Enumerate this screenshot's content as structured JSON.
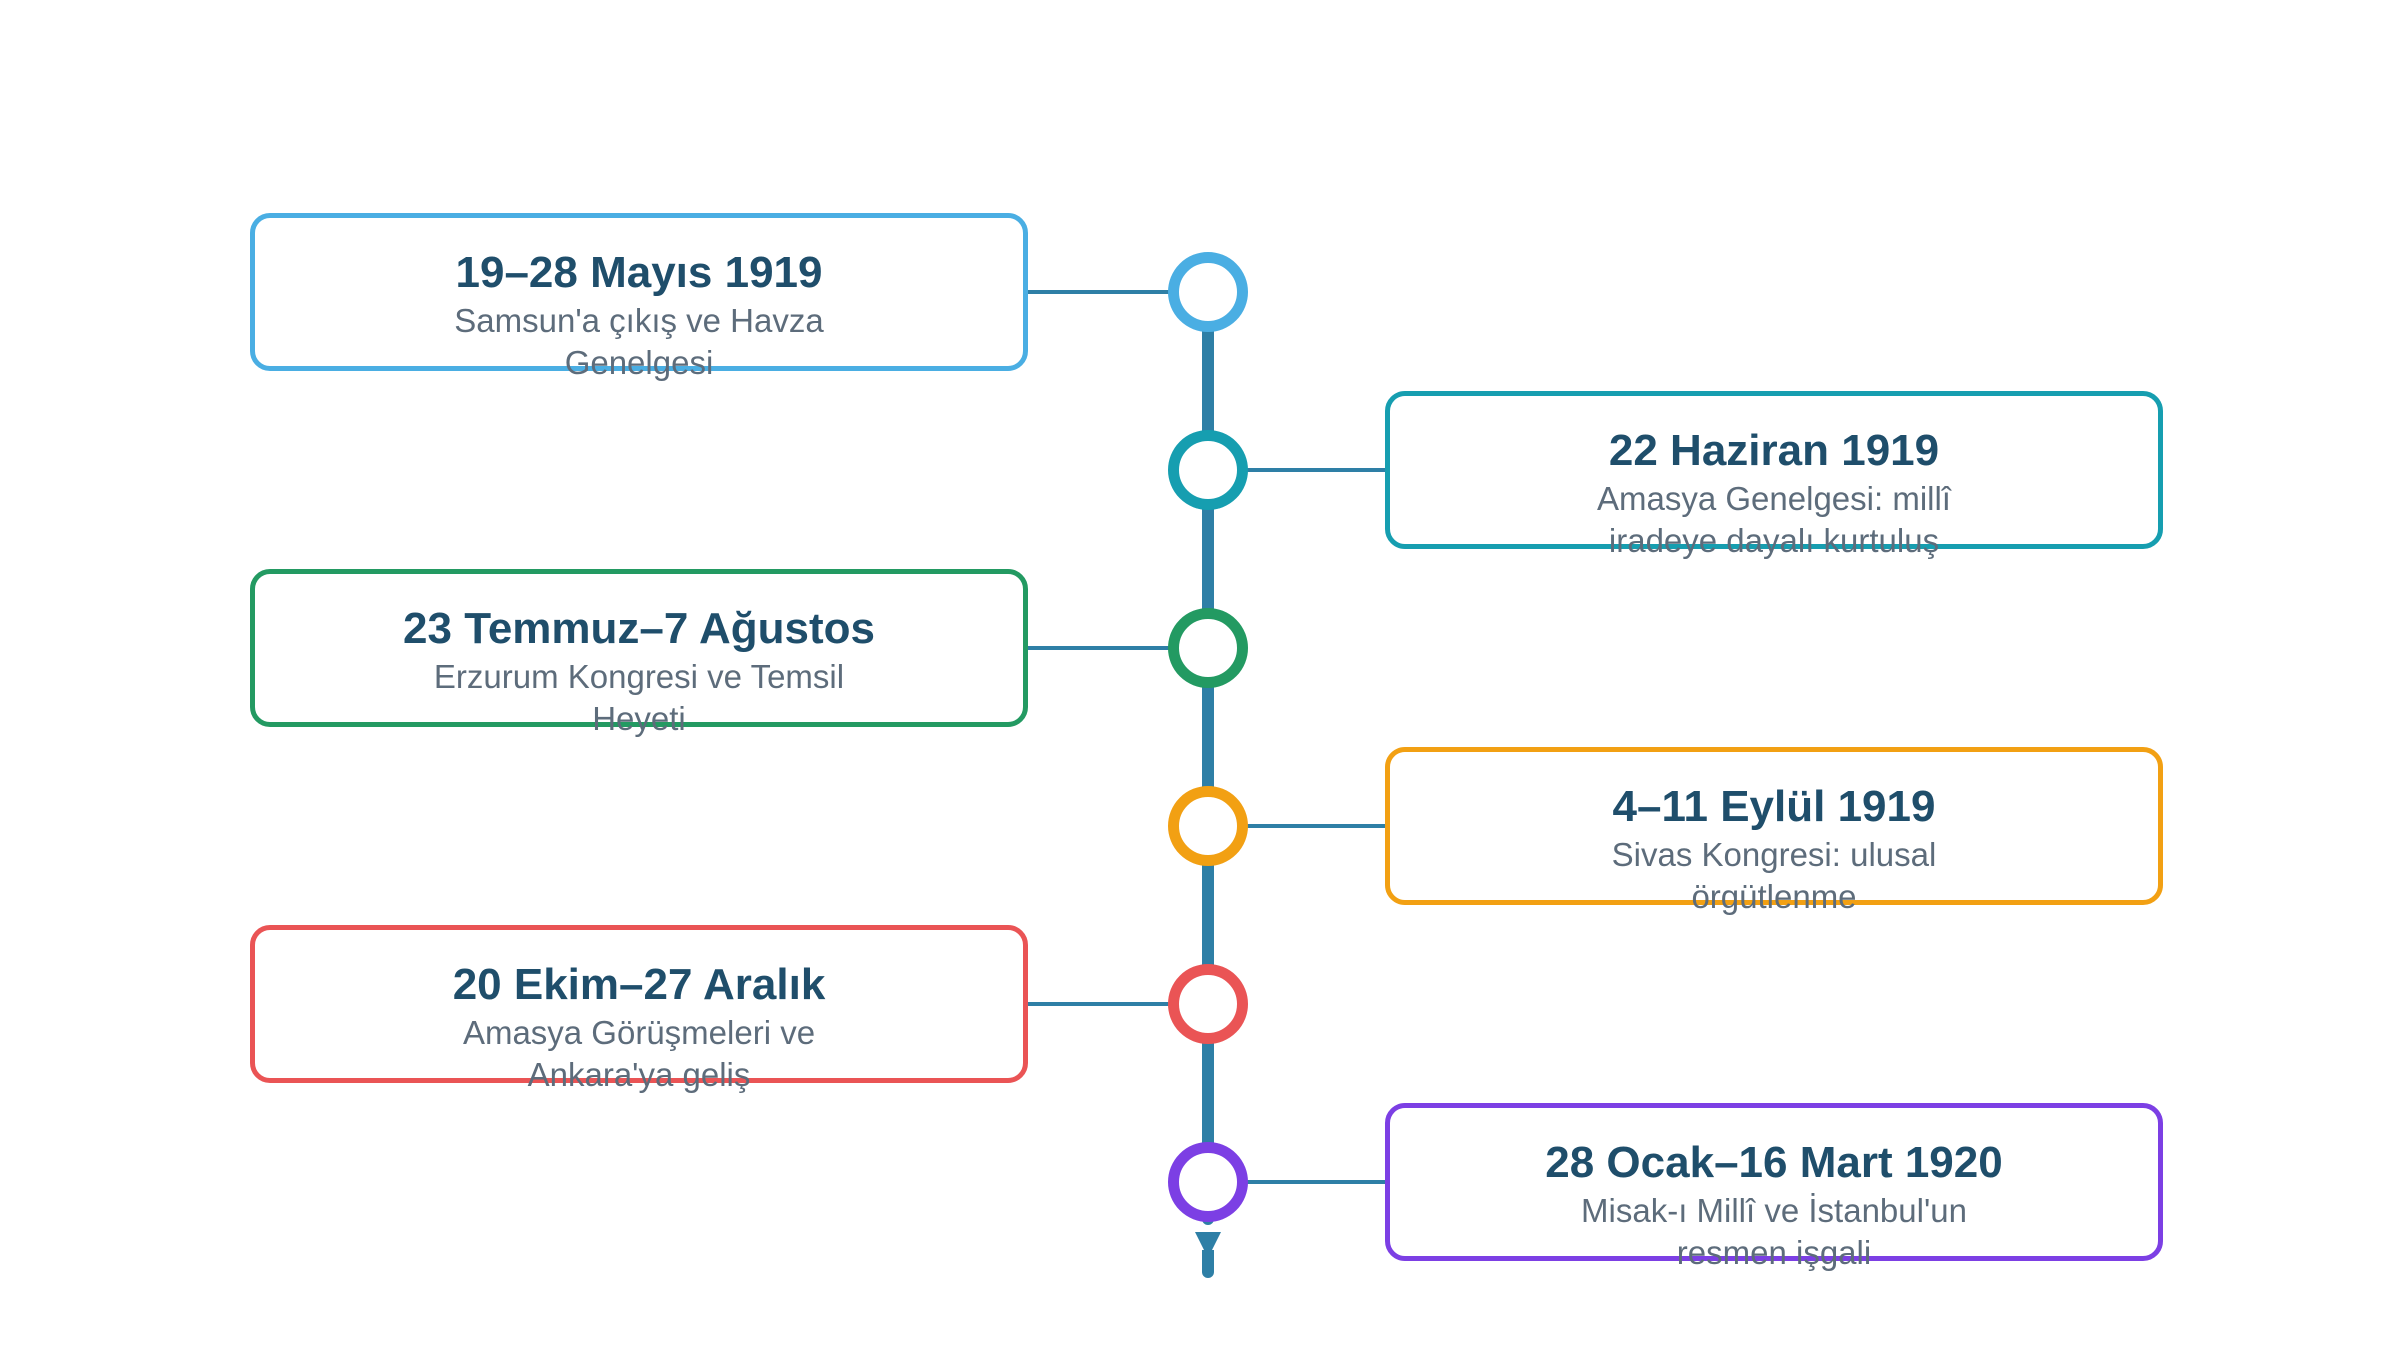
{
  "timeline": {
    "axis_color": "#2e7fa6",
    "events": [
      {
        "date": "19–28 Mayıs 1919",
        "description": "Samsun'a çıkış ve Havza Genelgesi",
        "color": "#4aaee3",
        "side": "left"
      },
      {
        "date": "22 Haziran 1919",
        "description": "Amasya Genelgesi: millî iradeye dayalı kurtuluş",
        "color": "#169eb0",
        "side": "right"
      },
      {
        "date": "23 Temmuz–7 Ağustos",
        "description": "Erzurum Kongresi ve Temsil Heyeti",
        "color": "#239a62",
        "side": "left"
      },
      {
        "date": "4–11 Eylül 1919",
        "description": "Sivas Kongresi: ulusal örgütlenme",
        "color": "#f2a013",
        "side": "right"
      },
      {
        "date": "20 Ekim–27 Aralık",
        "description": "Amasya Görüşmeleri ve Ankara'ya geliş",
        "color": "#ea5455",
        "side": "left"
      },
      {
        "date": "28 Ocak–16 Mart 1920",
        "description": "Misak-ı Millî ve İstanbul'un resmen işgali",
        "color": "#7c3fe4",
        "side": "right"
      }
    ]
  }
}
